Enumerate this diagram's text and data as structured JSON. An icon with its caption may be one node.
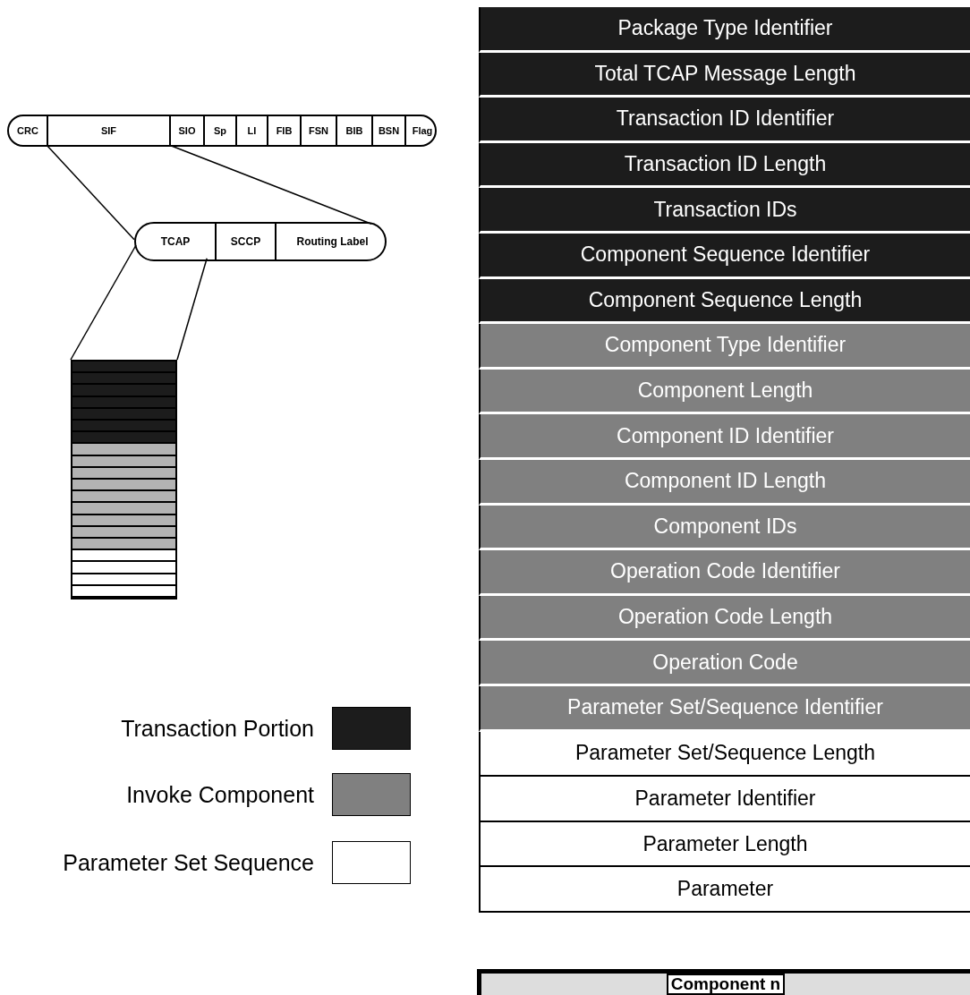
{
  "diagram": {
    "nodes": [
      {
        "text": [],
        "shape": "box"
      },
      {
        "text": [
          "CRC"
        ],
        "in": 0
      },
      {
        "text": [
          "SIF"
        ],
        "in": 0
      },
      {
        "text": [
          "SIO"
        ],
        "in": 0
      },
      {
        "text": [
          "Sp"
        ],
        "in": 0
      },
      {
        "text": [
          "LI"
        ],
        "in": 0
      },
      {
        "text": [
          "FIB"
        ],
        "in": 0
      },
      {
        "text": [
          "FSN"
        ],
        "in": 0
      },
      {
        "text": [
          "BIB"
        ],
        "in": 0
      },
      {
        "text": [
          "BSN"
        ],
        "in": 0
      },
      {
        "text": [
          "Flag"
        ],
        "in": 0
      },
      {
        "text": [],
        "shape": "box"
      },
      {
        "text": [
          "TCAP"
        ],
        "in": 11
      },
      {
        "text": [
          "SCCP"
        ],
        "in": 11
      },
      {
        "text": [
          "Routing Label"
        ],
        "in": 11
      },
      {
        "text": [],
        "shape": "bar"
      },
      {
        "text": [
          "Package Type Identifier"
        ]
      },
      {
        "text": [
          "Total TCAP Message Length"
        ]
      },
      {
        "text": [
          "Transaction ID Identifier"
        ]
      },
      {
        "text": [
          "Transaction ID Length"
        ]
      },
      {
        "text": [
          "Transaction IDs"
        ]
      },
      {
        "text": [
          "Component Sequence Identifier"
        ]
      },
      {
        "text": [
          "Component Sequence Length"
        ]
      },
      {
        "text": [
          "Component Type Identifier"
        ]
      },
      {
        "text": [
          "Component Length"
        ]
      },
      {
        "text": [
          "Component ID Identifier"
        ]
      },
      {
        "text": [
          "Component ID Length"
        ]
      },
      {
        "text": [
          "Component IDs"
        ]
      },
      {
        "text": [
          "Operation Code Identifier"
        ]
      },
      {
        "text": [
          "Operation Code Length"
        ]
      },
      {
        "text": [
          "Operation Code"
        ]
      },
      {
        "text": [
          "Parameter Set/Sequence Identifier"
        ]
      },
      {
        "text": [
          "Parameter Set/Sequence Length"
        ]
      },
      {
        "text": [
          "Parameter Identifier"
        ]
      },
      {
        "text": [
          "Parameter Length"
        ]
      },
      {
        "text": [
          "Parameter"
        ]
      },
      {
        "text": [
          "Component n"
        ]
      }
    ],
    "edges": [
      {
        "from": 2,
        "to": 11,
        "arrow": "none"
      },
      {
        "from": 2,
        "to": 11,
        "arrow": "none"
      },
      {
        "from": 12,
        "to": 15,
        "arrow": "none"
      },
      {
        "from": 12,
        "to": 15,
        "arrow": "none"
      }
    ],
    "legend": [
      {
        "text": "Transaction Portion",
        "color": "#1c1c1c"
      },
      {
        "text": "Invoke Component",
        "color": "#808080"
      },
      {
        "text": "Parameter Set Sequence",
        "color": "#ffffff"
      }
    ]
  }
}
